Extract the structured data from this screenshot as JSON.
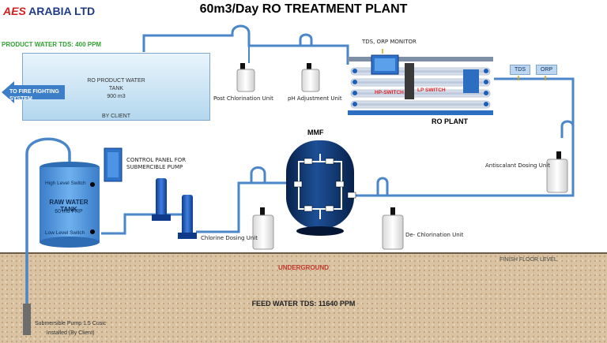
{
  "header": {
    "company_prefix": "AES",
    "company_suffix": " ARABIA LTD",
    "title": "60m3/Day RO TREATMENT PLANT"
  },
  "ro_product_tank": {
    "tds_label": "PRODUCT WATER TDS: 400 PPM",
    "line1": "RO PRODUCT WATER",
    "line2": "TANK",
    "line3": "900 m3",
    "client": "BY CLIENT",
    "fire_line1": "TO FIRE FIGHTING",
    "fire_line2": "SYSTEM"
  },
  "dosing_units": {
    "post_chlorination": "Post Chlorination Unit",
    "ph_adjustment": "pH Adjustment Unit",
    "antiscalant": "Antiscalant Dosing Unit",
    "chlorine": "Chlorine Dosing Unit",
    "de_chlorination": "De- Chlorination Unit"
  },
  "ro_plant": {
    "monitor_label": "TDS, ORP MONITOR",
    "label": "RO PLANT",
    "hp_switch": "HP-SWITCH",
    "lp_switch": "LP SWITCH",
    "tds_tag": "TDS",
    "orp_tag": "ORP"
  },
  "mmf": {
    "label": "MMF"
  },
  "control_panel": {
    "line1": "CONTROL PANEL FOR",
    "line2": "SUBMERCIBLE PUMP"
  },
  "raw_tank": {
    "title": "RAW WATER TANK",
    "capacity": "60 m3  FRP",
    "high_switch": "High Level Switch",
    "low_switch": "Low Level Switch"
  },
  "ground": {
    "underground": "UNDERGROUND",
    "feed_tds": "FEED WATER TDS: 11640 PPM",
    "finish_floor": "FINISH FLOOR LEVEL",
    "pump_line1": "Submersible Pump 1.5 Cusic",
    "pump_line2": "Installed (By Client)"
  },
  "colors": {
    "pipe": "#4a86c8",
    "tank_blue": "#4c8fd6",
    "filter_navy": "#0c2f66",
    "accent_red": "#d41e1e",
    "product_green": "#2fa32f"
  }
}
